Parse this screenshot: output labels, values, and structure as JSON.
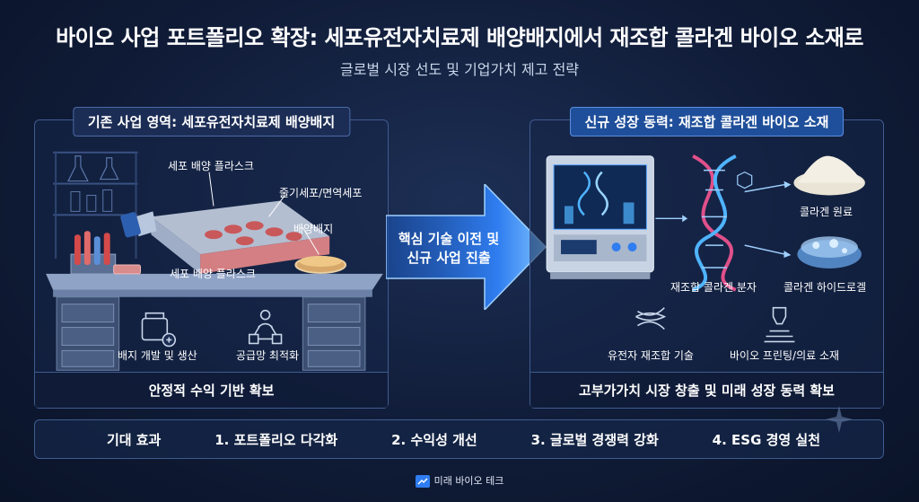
{
  "title": "바이오 사업 포트폴리오 확장: 세포유전자치료제 배양배지에서 재조합 콜라겐 바이오 소재로",
  "subtitle": "글로벌 시장 선도 및 기업가치 제고 전략",
  "left_panel": {
    "heading": "기존 사업 영역: 세포유전자치료제 배양배지",
    "labels": {
      "flask": "세포 배양 플라스크",
      "cells": "줄기세포/면역세포",
      "medium": "배양배지",
      "flask_bottom": "세포 배양 플라스크",
      "media_dev": "배지 개발 및 생산",
      "supply_chain": "공급망 최적화"
    },
    "footer": "안정적 수익 기반 확보"
  },
  "arrow": {
    "line1": "핵심 기술 이전 및",
    "line2": "신규 사업 진출"
  },
  "right_panel": {
    "heading": "신규 성장 동력: 재조합 콜라겐 바이오 소재",
    "labels": {
      "collagen_raw": "콜라겐 원료",
      "molecule": "재조합 콜라겐 분자",
      "hydrogel": "콜라겐 하이드로겔",
      "gene_tech": "유전자 재조합 기술",
      "bioprint": "바이오 프린팅/의료 소재"
    },
    "footer": "고부가가치 시장 창출 및 미래 성장 동력 확보"
  },
  "effects": {
    "label": "기대 효과",
    "items": [
      "1. 포트폴리오 다각화",
      "2. 수익성 개선",
      "3. 글로벌 경쟁력 강화",
      "4. ESG 경영 실천"
    ]
  },
  "brand": "미래 바이오 테크",
  "colors": {
    "background": "#101c38",
    "panel_border": "#3f5b8e",
    "accent_blue": "#2f7df0",
    "dna_pink": "#e0508a",
    "dna_blue": "#4fb4ff"
  }
}
